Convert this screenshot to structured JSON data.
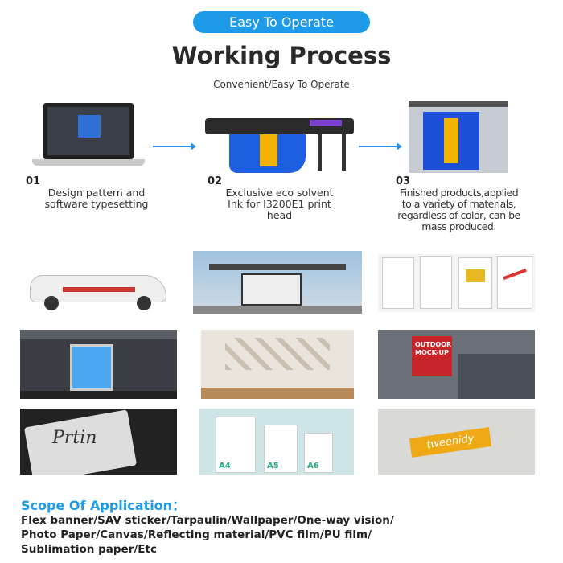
{
  "badge": "Easy To Operate",
  "title": "Working Process",
  "subtitle": "Convenient/Easy To Operate",
  "steps": [
    {
      "num": "01",
      "lines": [
        "Design pattern and",
        "software typesetting"
      ]
    },
    {
      "num": "02",
      "lines": [
        "Exclusive eco solvent",
        "Ink for I3200E1 print",
        "head"
      ]
    },
    {
      "num": "03",
      "lines": [
        "Finished products,applied",
        "to a variety of materials,",
        "regardless of color, can be",
        "mass produced."
      ]
    }
  ],
  "gallery_text": {
    "outdoor": "OUTDOOR",
    "mockup": "MOCK-UP",
    "a4": "A4",
    "a5": "A5",
    "a6": "A6",
    "sign": "tweenidy",
    "prtin": "Prtin"
  },
  "scope": {
    "title": "Scope Of Application：",
    "lines": [
      "Flex banner/SAV sticker/Tarpaulin/Wallpaper/One-way vision/",
      "Photo Paper/Canvas/Reflecting material/PVC film/PU film/",
      "Sublimation paper/Etc"
    ]
  },
  "colors": {
    "accent": "#1e9be8"
  }
}
